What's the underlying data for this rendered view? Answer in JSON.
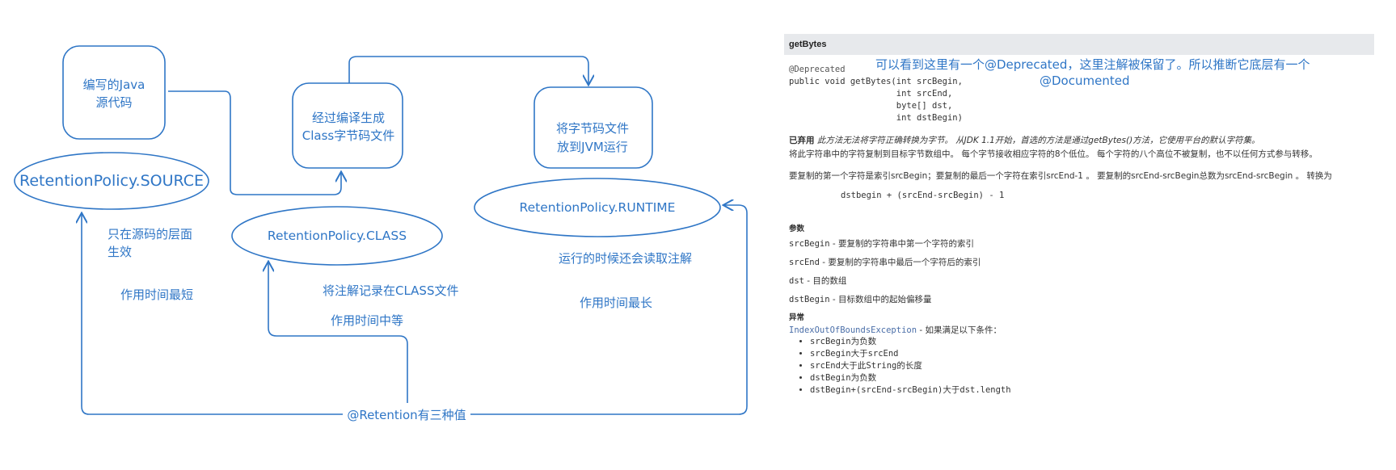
{
  "diagram": {
    "boxes": {
      "java_source": [
        "编写的Java",
        "源代码"
      ],
      "class_file": [
        "经过编译生成",
        "Class字节码文件"
      ],
      "jvm_run": [
        "将字节码文件",
        "放到JVM运行"
      ]
    },
    "policies": {
      "source": "RetentionPolicy.SOURCE",
      "class": "RetentionPolicy.CLASS",
      "runtime": "RetentionPolicy.RUNTIME"
    },
    "notes": {
      "source_effect": [
        "只在源码的层面",
        "生效"
      ],
      "source_time": "作用时间最短",
      "class_record": "将注解记录在CLASS文件",
      "class_time": "作用时间中等",
      "runtime_read": "运行的时候还会读取注解",
      "runtime_time": "作用时间最长"
    },
    "retention_label": "@Retention有三种值",
    "color": "#2f76c6"
  },
  "doc": {
    "method_title": "getBytes",
    "annotation_line": "@Deprecated",
    "annotation_note": [
      "可以看到这里有一个@Deprecated，这里注解被保留了。所以推断它底层有一个",
      "@Documented"
    ],
    "signature": [
      "public void getBytes(int srcBegin,",
      "                     int srcEnd,",
      "                     byte[] dst,",
      "                     int dstBegin)"
    ],
    "deprecated_label": "已弃用",
    "deprecated_text": "此方法无法将字符正确转换为字节。 从JDK 1.1开始，首选的方法是通过getBytes()方法，它使用平台的默认字符集。",
    "description_1": "将此字符串中的字符复制到目标字节数组中。 每个字节接收相应字符的8个低位。 每个字符的八个高位不被复制，也不以任何方式参与转移。",
    "description_2": "要复制的第一个字符是索引srcBegin；要复制的最后一个字符在索引srcEnd-1 。 要复制的srcEnd-srcBegin总数为srcEnd-srcBegin 。 转换为",
    "formula": "dstbegin + (srcEnd-srcBegin) - 1",
    "params_title": "参数",
    "params": [
      {
        "name": "srcBegin",
        "desc": " - 要复制的字符串中第一个字符的索引"
      },
      {
        "name": "srcEnd",
        "desc": " - 要复制的字符串中最后一个字符后的索引"
      },
      {
        "name": "dst",
        "desc": " - 目的数组"
      },
      {
        "name": "dstBegin",
        "desc": " - 目标数组中的起始偏移量"
      }
    ],
    "throws_title": "异常",
    "exception_name": "IndexOutOfBoundsException",
    "exception_desc": " - 如果满足以下条件：",
    "conditions": [
      "srcBegin为负数",
      "srcBegin大于srcEnd",
      "srcEnd大于此String的长度",
      "dstBegin为负数",
      "dstBegin+(srcEnd-srcBegin)大于dst.length"
    ]
  }
}
